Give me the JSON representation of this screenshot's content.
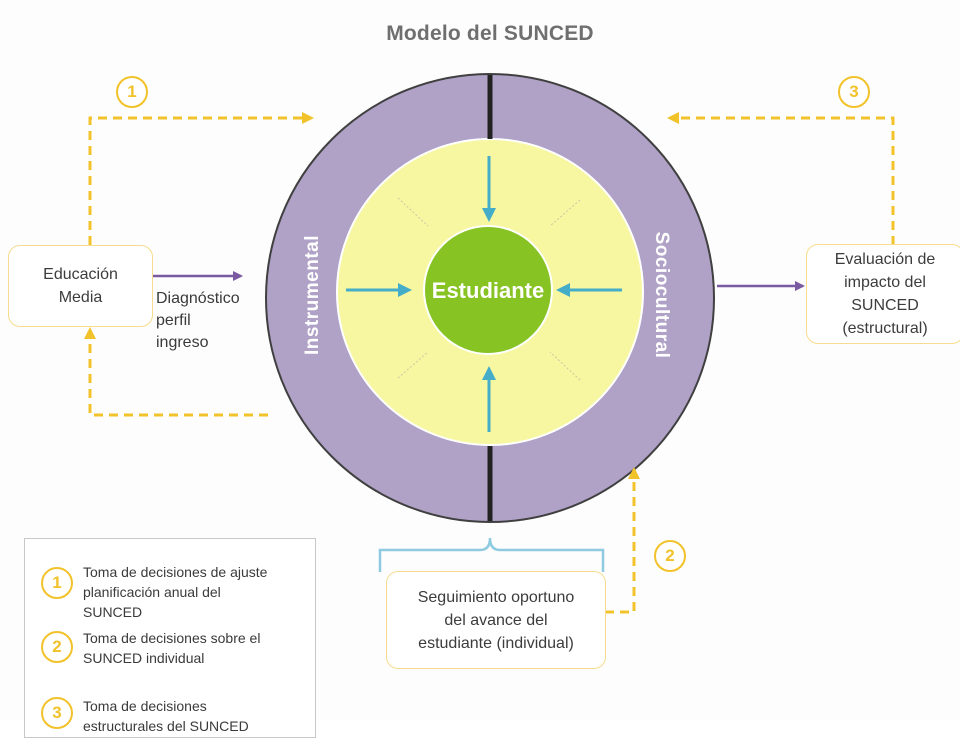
{
  "title": "Modelo del SUNCED",
  "center_label": "Estudiante",
  "ring_left_label": "Instrumental",
  "ring_right_label": "Sociocultural",
  "box_left": {
    "lines": [
      "Educación",
      "Media"
    ]
  },
  "diag_label": {
    "lines": [
      "Diagnóstico",
      "perfil",
      "ingreso"
    ]
  },
  "box_right": {
    "lines": [
      "Evaluación de",
      "impacto del",
      "SUNCED",
      "(estructural)"
    ]
  },
  "box_bottom": {
    "lines": [
      "Seguimiento oportuno",
      "del avance del",
      "estudiante (individual)"
    ]
  },
  "badges": {
    "one": "1",
    "two": "2",
    "three": "3"
  },
  "legend": [
    {
      "num": "1",
      "lines": [
        "Toma de decisiones de ajuste",
        "planificación anual del",
        "SUNCED"
      ]
    },
    {
      "num": "2",
      "lines": [
        "Toma de decisiones  sobre el",
        "SUNCED individual"
      ]
    },
    {
      "num": "3",
      "lines": [
        "Toma de decisiones",
        "estructurales del SUNCED"
      ]
    }
  ],
  "colors": {
    "ring": "#b0a2c7",
    "ring_stroke": "#404040",
    "inner": "#f7f7a2",
    "center": "#86c323",
    "arrow_blue": "#46adc8",
    "arrow_purple": "#7a5aa0",
    "dash_yellow": "#f2c22a"
  }
}
